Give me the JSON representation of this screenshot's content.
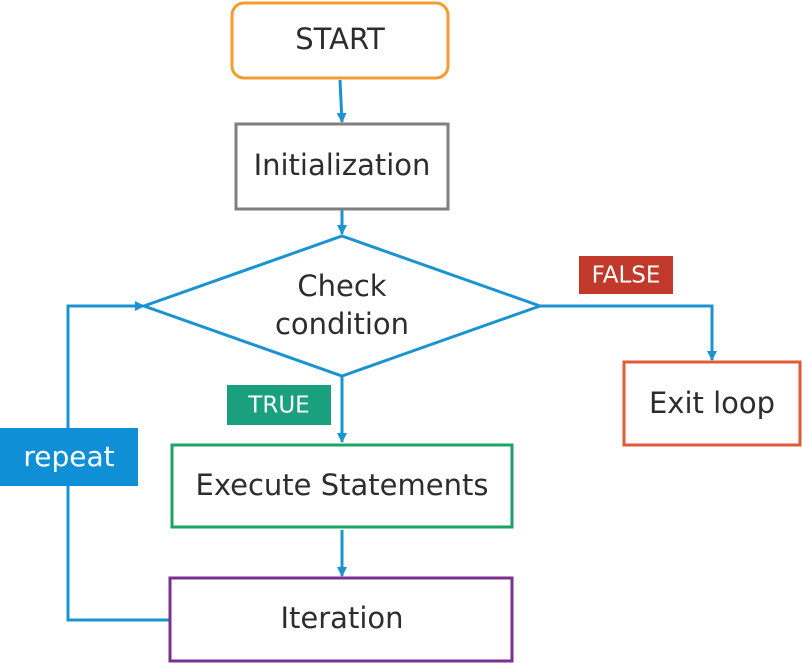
{
  "diagram": {
    "nodes": {
      "start": {
        "label": "START",
        "color": "#f39c2f"
      },
      "init": {
        "label": "Initialization",
        "color": "#7f7f7f"
      },
      "check": {
        "label_line1": "Check",
        "label_line2": "condition",
        "color": "#1b93d0"
      },
      "execute": {
        "label": "Execute Statements",
        "color": "#1aa564"
      },
      "iteration": {
        "label": "Iteration",
        "color": "#7b2f8e"
      },
      "exit": {
        "label": "Exit loop",
        "color": "#e15a3a"
      }
    },
    "tags": {
      "true": {
        "label": "TRUE",
        "color": "#1aa07e"
      },
      "false": {
        "label": "FALSE",
        "color": "#c0392b"
      },
      "repeat": {
        "label": "repeat",
        "color": "#0f8fd6"
      }
    },
    "edge_color": "#1b93d0"
  }
}
